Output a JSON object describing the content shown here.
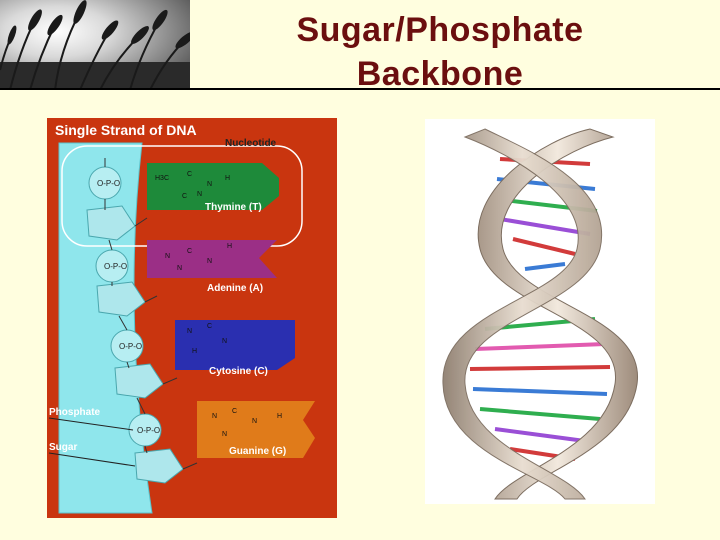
{
  "slide": {
    "title_line1": "Sugar/Phosphate",
    "title_line2": "Backbone"
  },
  "dna_figure": {
    "heading": "Single Strand of DNA",
    "nucleotide_label": "Nucleotide",
    "phosphate_label": "Phosphate",
    "sugar_label": "Sugar",
    "bases": [
      {
        "name": "Thymine (T)",
        "color": "#1e8a3a"
      },
      {
        "name": "Adenine (A)",
        "color": "#9b2f86"
      },
      {
        "name": "Cytosine (C)",
        "color": "#2a2fb0"
      },
      {
        "name": "Guanine (G)",
        "color": "#e07b1a"
      }
    ],
    "background_color": "#c9350f",
    "strand_color": "#8fe6ec"
  },
  "helix_figure": {
    "rung_colors": [
      "#d23b3b",
      "#3a7bd5",
      "#2fae4f",
      "#9a4fd6",
      "#d23b3b",
      "#3a7bd5",
      "#2fae4f",
      "#e25bb0"
    ]
  }
}
